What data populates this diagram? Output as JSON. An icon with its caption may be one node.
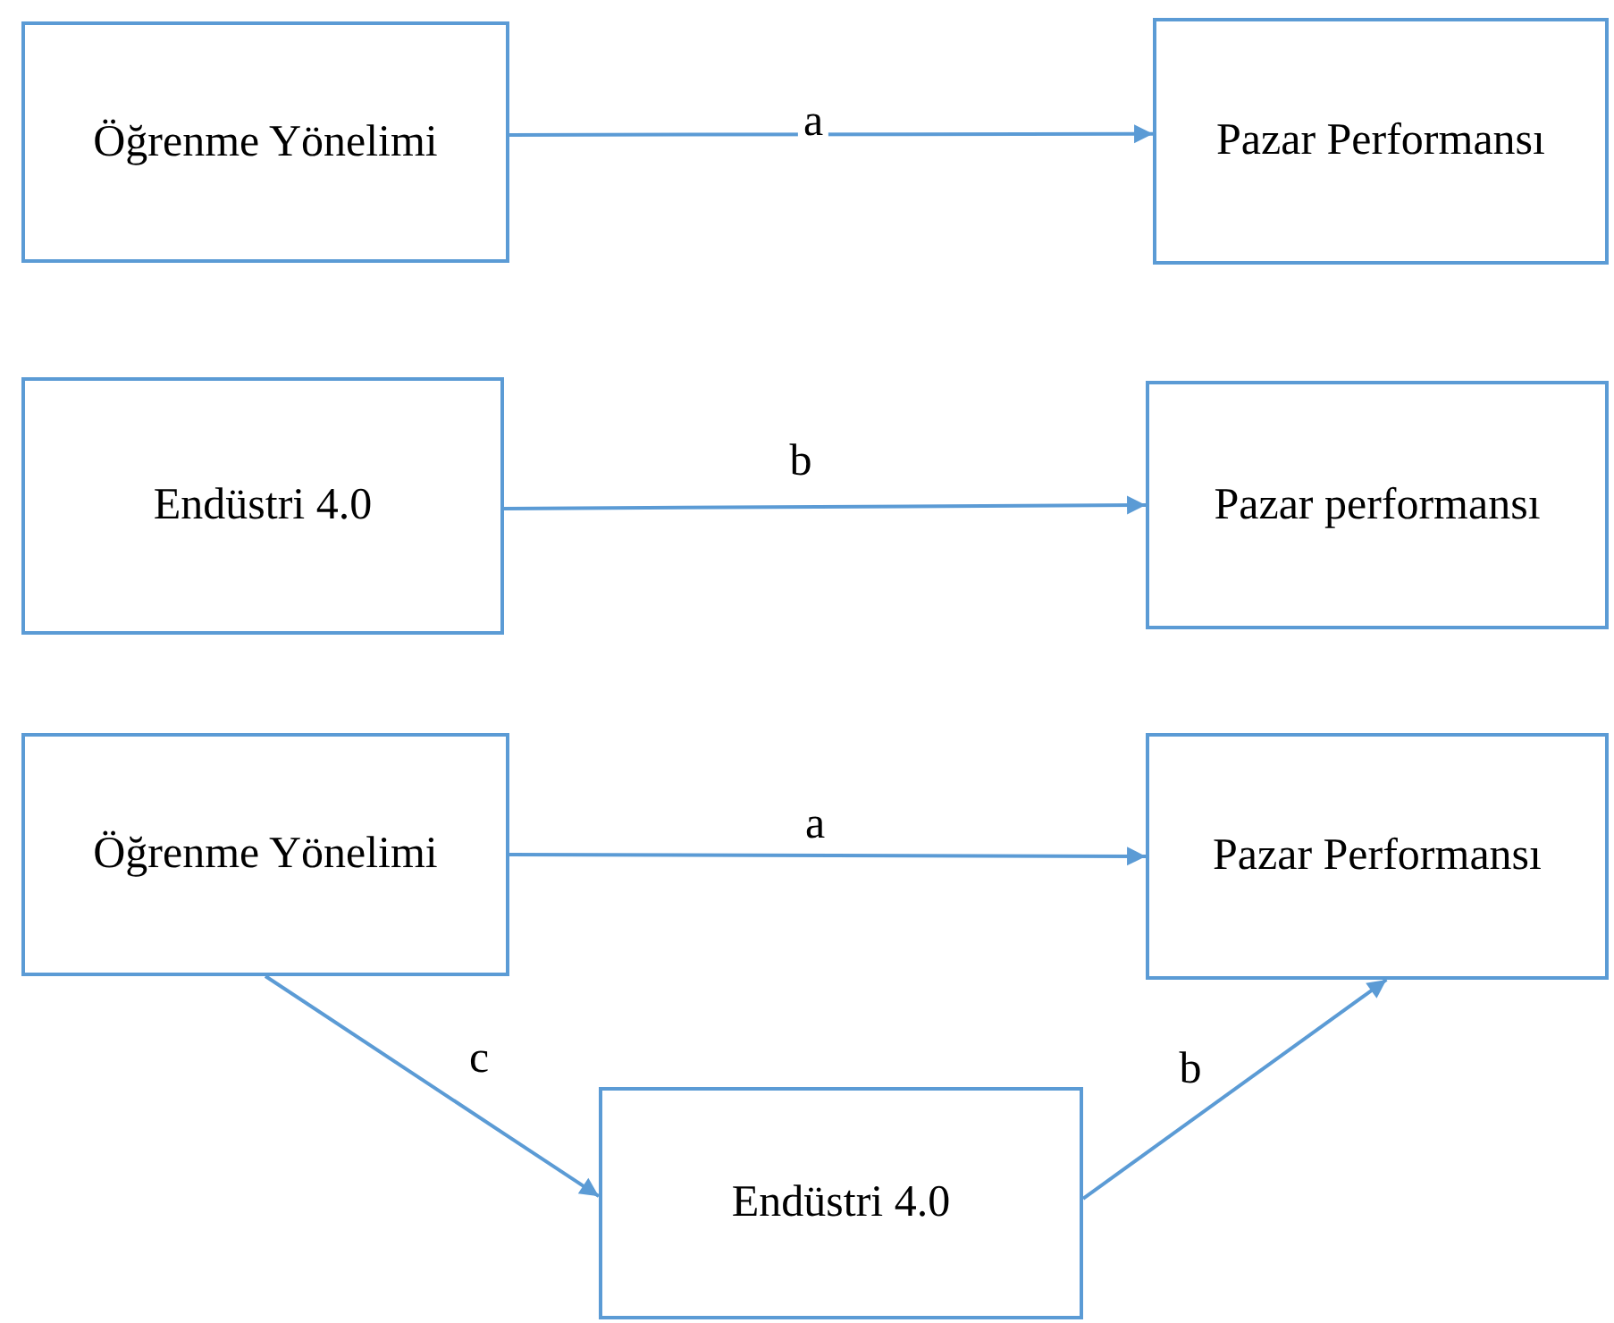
{
  "diagram": {
    "nodes": [
      {
        "text": [
          "Öğrenme Yönelimi"
        ]
      },
      {
        "text": [
          "Pazar Performansı"
        ]
      },
      {
        "text": [
          "Endüstri 4.0"
        ]
      },
      {
        "text": [
          "Pazar performansı"
        ]
      },
      {
        "text": [
          "Öğrenme Yönelimi"
        ]
      },
      {
        "text": [
          "Pazar Performansı"
        ]
      },
      {
        "text": [
          "Endüstri 4.0"
        ]
      }
    ],
    "edges": [
      {
        "from": 0,
        "to": 1,
        "arrow": "to",
        "label": "a"
      },
      {
        "from": 2,
        "to": 3,
        "arrow": "to",
        "label": "b"
      },
      {
        "from": 4,
        "to": 5,
        "arrow": "to",
        "label": "a"
      },
      {
        "from": 4,
        "to": 6,
        "arrow": "to",
        "label": "c"
      },
      {
        "from": 6,
        "to": 5,
        "arrow": "to",
        "label": "b"
      }
    ]
  }
}
